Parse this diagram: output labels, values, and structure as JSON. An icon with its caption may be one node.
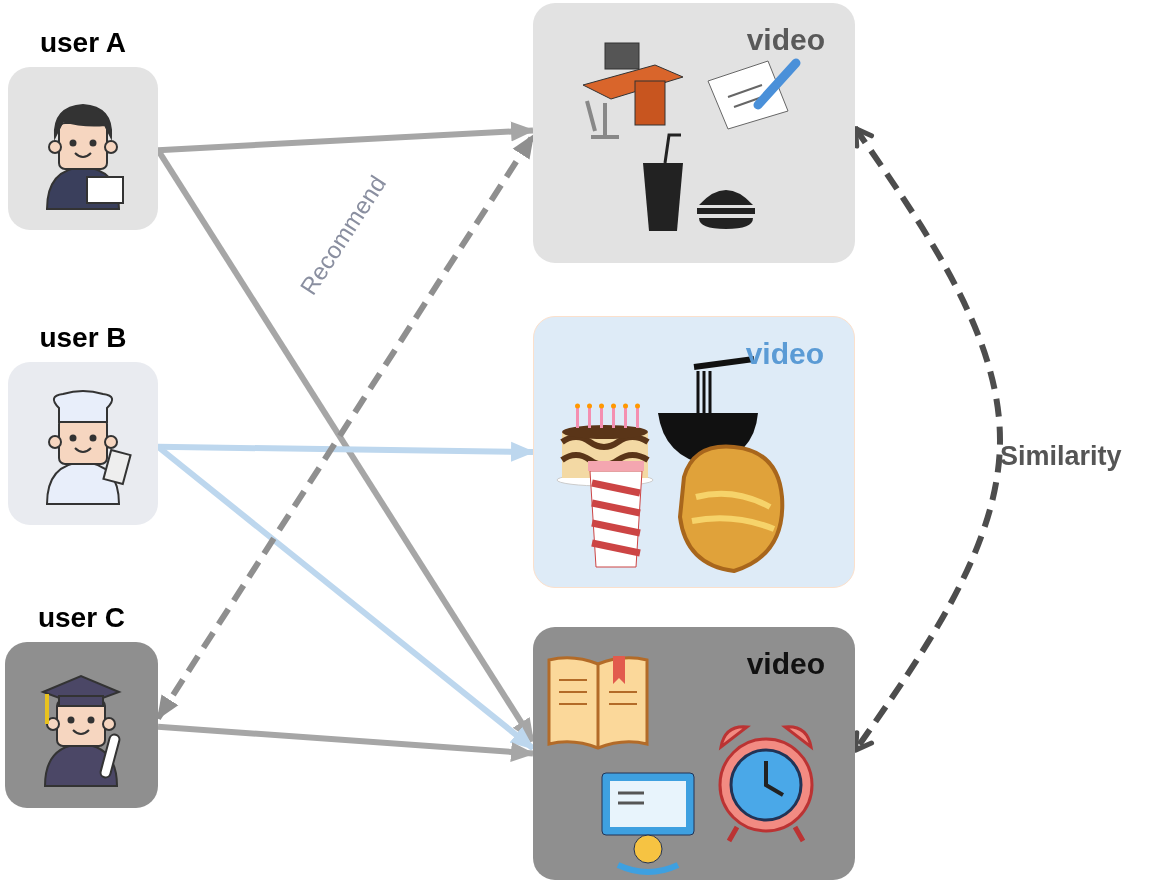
{
  "diagram": {
    "nodes": [
      {
        "text": [
          "user A"
        ]
      },
      {
        "text": [
          "user B"
        ]
      },
      {
        "text": [
          "user C"
        ]
      },
      {
        "text": [
          "video"
        ]
      },
      {
        "text": [
          "video"
        ]
      },
      {
        "text": [
          "video"
        ]
      }
    ],
    "edges": [
      {
        "from": 0,
        "to": 3,
        "arrow": "to"
      },
      {
        "from": 0,
        "to": 5,
        "arrow": "to"
      },
      {
        "from": 1,
        "to": 4,
        "arrow": "to",
        "color": "#bdd7ee"
      },
      {
        "from": 1,
        "to": 5,
        "arrow": "to",
        "color": "#bdd7ee"
      },
      {
        "from": 2,
        "to": 5,
        "arrow": "to"
      },
      {
        "from": 2,
        "to": 3,
        "arrow": "both",
        "label": "Recommend",
        "style": "dashed",
        "color": "#8f8f8f"
      },
      {
        "from": 3,
        "to": 5,
        "arrow": "both",
        "label": "Similarity",
        "style": "dashed",
        "color": "#4d4d4d"
      }
    ]
  }
}
